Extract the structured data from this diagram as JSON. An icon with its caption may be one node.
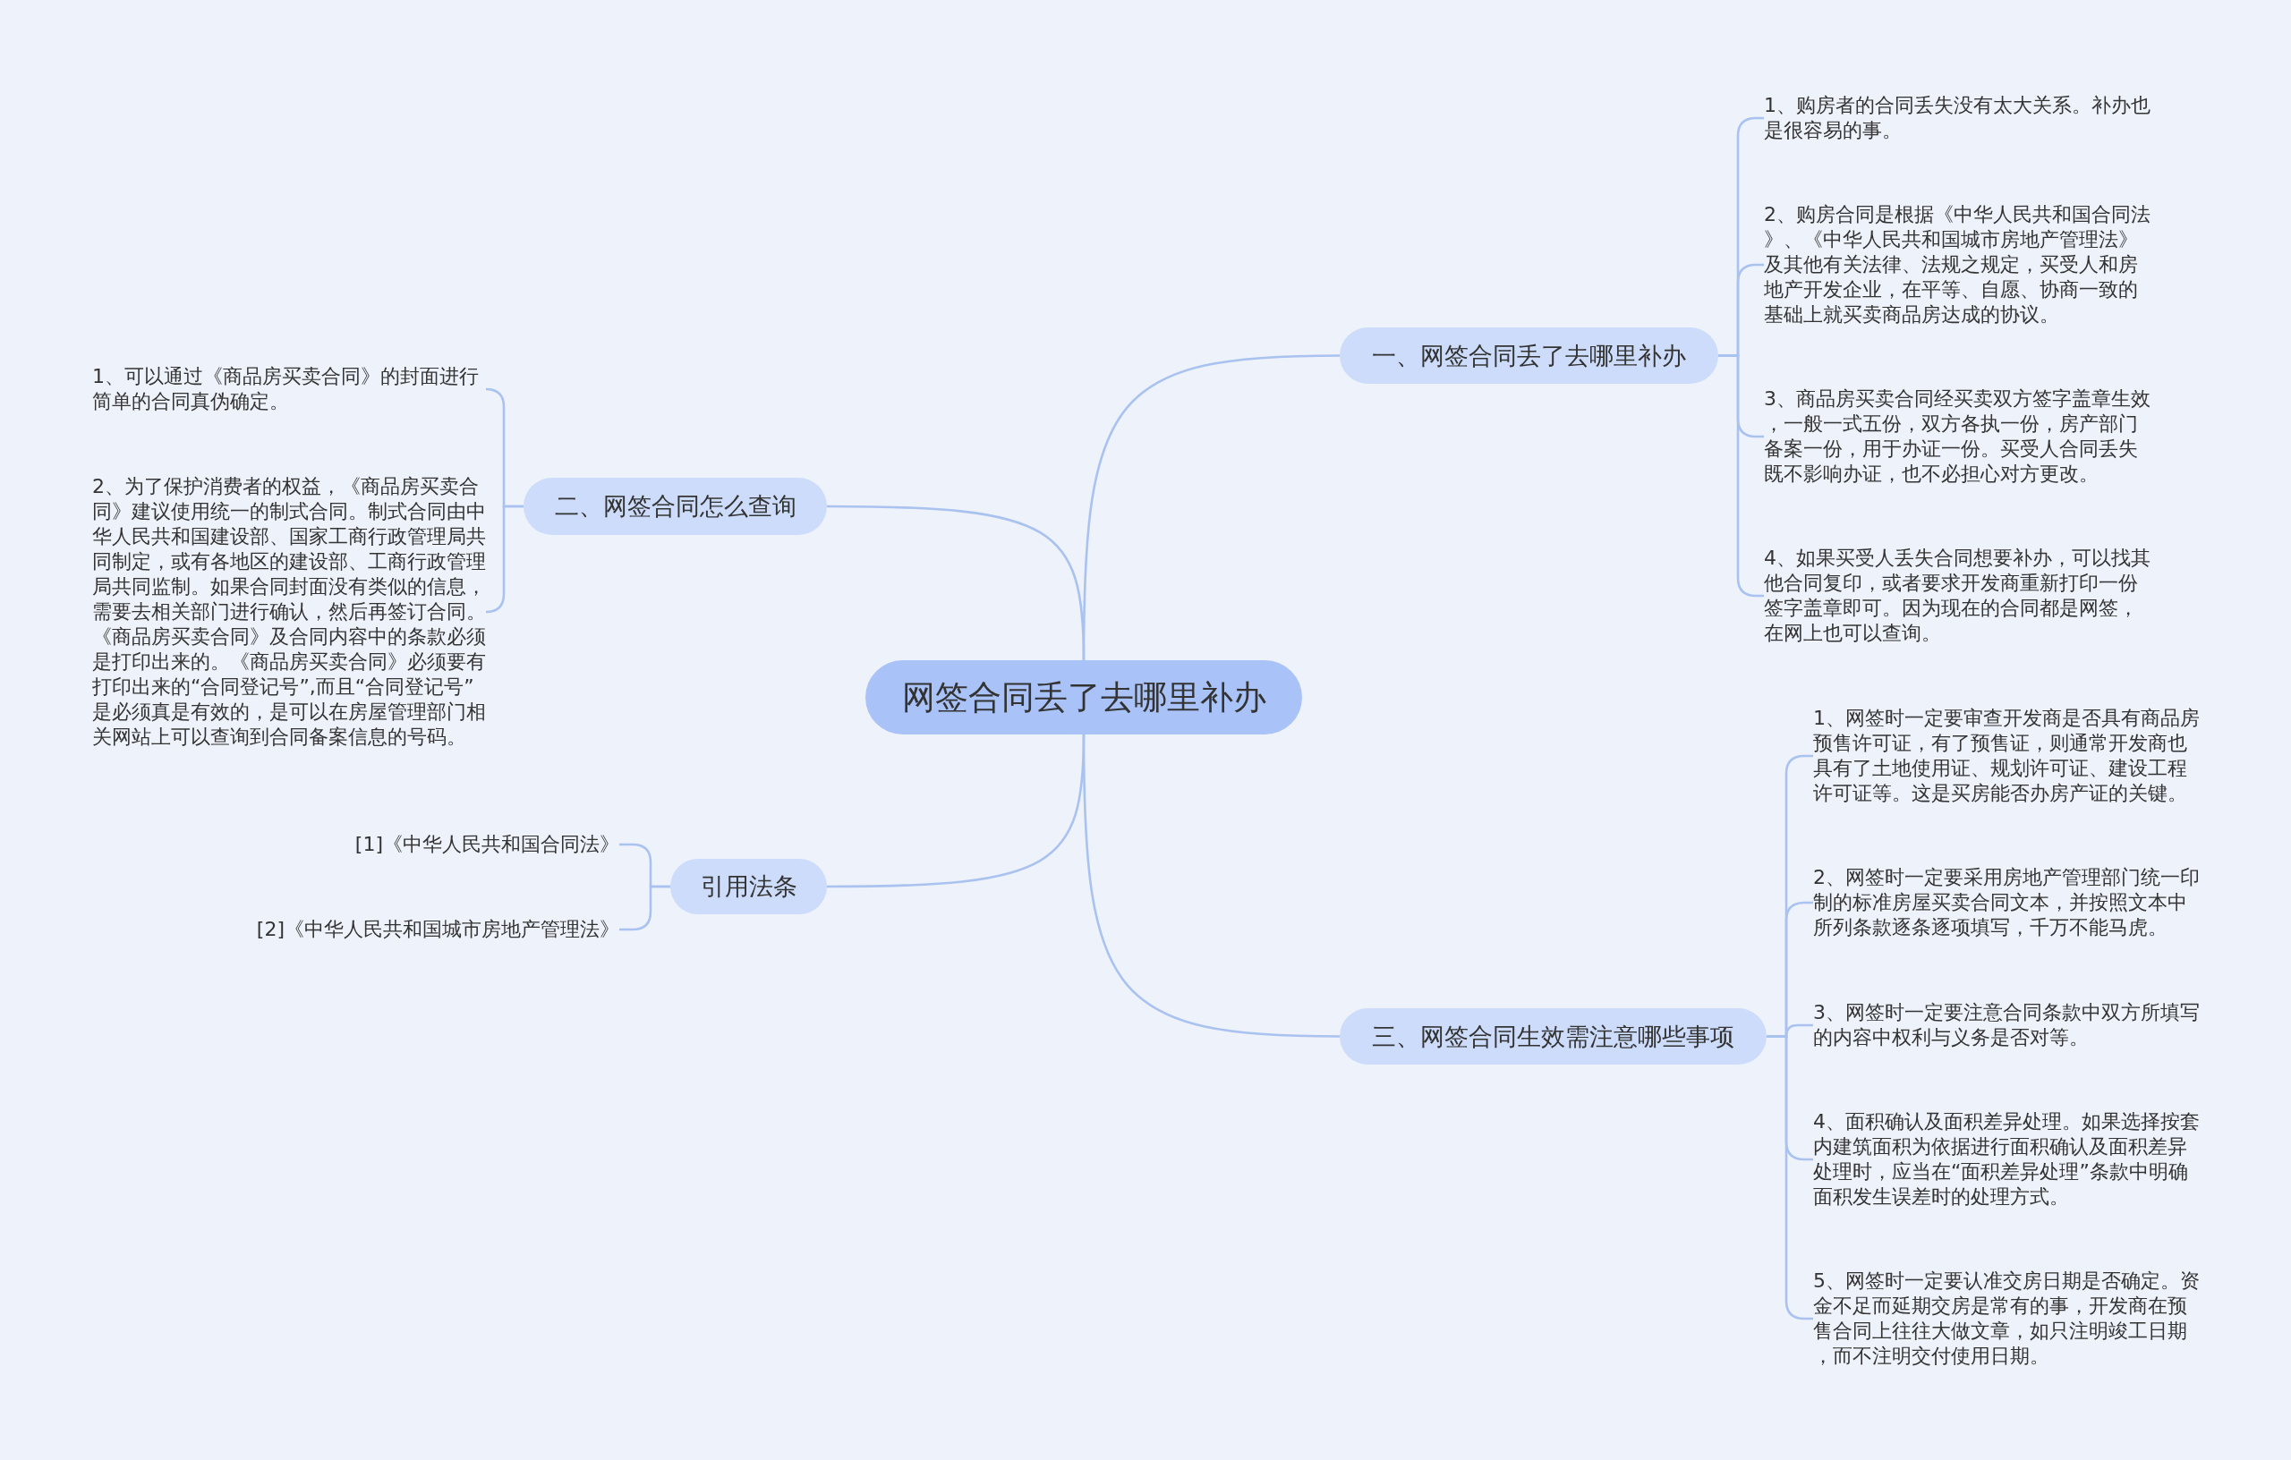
{
  "diagram": {
    "nodes": [
      {
        "text": [
          "网签合同丢了去哪里补办"
        ]
      },
      {
        "text": [
          "一、网签合同丢了去哪里补办"
        ]
      },
      {
        "text": [
          "1、购房者的合同丢失没有太大关系。补办也是很容易的事。"
        ]
      },
      {
        "text": [
          "2、购房合同是根据《中华人民共和国合同法》、《中华人民共和国城市房地产管理法》及其他有关法律、法规之规定，买受人和房地产开发企业，在平等、自愿、协商一致的基础上就买卖商品房达成的协议。"
        ]
      },
      {
        "text": [
          "3、商品房买卖合同经买卖双方签字盖章生效，一般一式五份，双方各执一份，房产部门备案一份，用于办证一份。买受人合同丢失既不影响办证，也不必担心对方更改。"
        ]
      },
      {
        "text": [
          "4、如果买受人丢失合同想要补办，可以找其他合同复印，或者要求开发商重新打印一份签字盖章即可。因为现在的合同都是网签，在网上也可以查询。"
        ]
      },
      {
        "text": [
          "二、网签合同怎么查询"
        ]
      },
      {
        "text": [
          "1、可以通过《商品房买卖合同》的封面进行简单的合同真伪确定。"
        ]
      },
      {
        "text": [
          "2、为了保护消费者的权益，《商品房买卖合同》建议使用统一的制式合同。制式合同由中华人民共和国建设部、国家工商行政管理局共同制定，或有各地区的建设部、工商行政管理局共同监制。如果合同封面没有类似的信息，需要去相关部门进行确认，然后再签订合同。《商品房买卖合同》及合同内容中的条款必须是打印出来的。《商品房买卖合同》必须要有打印出来的“合同登记号”,而且“合同登记号”是必须真是有效的，是可以在房屋管理部门相关网站上可以查询到合同备案信息的号码。"
        ]
      },
      {
        "text": [
          "三、网签合同生效需注意哪些事项"
        ]
      },
      {
        "text": [
          "1、网签时一定要审查开发商是否具有商品房预售许可证，有了预售证，则通常开发商也具有了土地使用证、规划许可证、建设工程许可证等。这是买房能否办房产证的关键。"
        ]
      },
      {
        "text": [
          "2、网签时一定要采用房地产管理部门统一印制的标准房屋买卖合同文本，并按照文本中所列条款逐条逐项填写，千万不能马虎。"
        ]
      },
      {
        "text": [
          "3、网签时一定要注意合同条款中双方所填写的内容中权利与义务是否对等。"
        ]
      },
      {
        "text": [
          "4、面积确认及面积差异处理。如果选择按套内建筑面积为依据进行面积确认及面积差异处理时，应当在“面积差异处理”条款中明确面积发生误差时的处理方式。"
        ]
      },
      {
        "text": [
          "5、网签时一定要认准交房日期是否确定。资金不足而延期交房是常有的事，开发商在预售合同上往往大做文章，如只注明竣工日期，而不注明交付使用日期。"
        ]
      },
      {
        "text": [
          "引用法条"
        ]
      },
      {
        "text": [
          "[1]《中华人民共和国合同法》"
        ]
      },
      {
        "text": [
          "[2]《中华人民共和国城市房地产管理法》"
        ]
      }
    ],
    "edges": [
      {
        "from": 0,
        "to": 1,
        "arrow": "none"
      },
      {
        "from": 1,
        "to": 2,
        "arrow": "none"
      },
      {
        "from": 1,
        "to": 3,
        "arrow": "none"
      },
      {
        "from": 1,
        "to": 4,
        "arrow": "none"
      },
      {
        "from": 1,
        "to": 5,
        "arrow": "none"
      },
      {
        "from": 0,
        "to": 6,
        "arrow": "none"
      },
      {
        "from": 6,
        "to": 7,
        "arrow": "none"
      },
      {
        "from": 6,
        "to": 8,
        "arrow": "none"
      },
      {
        "from": 0,
        "to": 9,
        "arrow": "none"
      },
      {
        "from": 9,
        "to": 10,
        "arrow": "none"
      },
      {
        "from": 9,
        "to": 11,
        "arrow": "none"
      },
      {
        "from": 9,
        "to": 12,
        "arrow": "none"
      },
      {
        "from": 9,
        "to": 13,
        "arrow": "none"
      },
      {
        "from": 9,
        "to": 14,
        "arrow": "none"
      },
      {
        "from": 0,
        "to": 15,
        "arrow": "none"
      },
      {
        "from": 15,
        "to": 16,
        "arrow": "none"
      },
      {
        "from": 15,
        "to": 17,
        "arrow": "none"
      }
    ]
  }
}
